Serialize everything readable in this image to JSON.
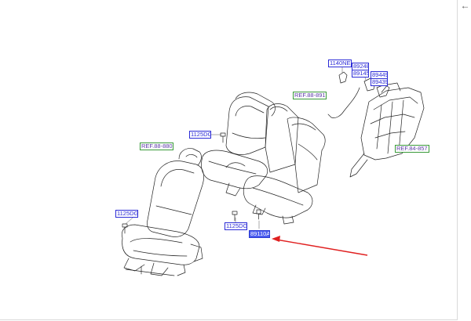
{
  "nav": {
    "back_icon": "←"
  },
  "colors": {
    "part_label": "#2b2bd6",
    "ref_border": "#3a9a3a",
    "ref_text": "#5a3aa6",
    "highlight": "#4a5cf0",
    "arrow": "#e02020"
  },
  "labels": {
    "bolt_front": "1125DG",
    "bolt_rear_top": "1125DG",
    "bolt_rear_bottom": "1125DG",
    "ref_front_seat": "REF.88-880",
    "ref_rear_seat": "REF.88-891",
    "ref_trim": "REF.84-857",
    "fastener_top": "1140NE",
    "part_a1": "89248",
    "part_a2": "89145",
    "part_b1": "89449",
    "part_b2": "89439",
    "highlighted_part": "89110A"
  }
}
